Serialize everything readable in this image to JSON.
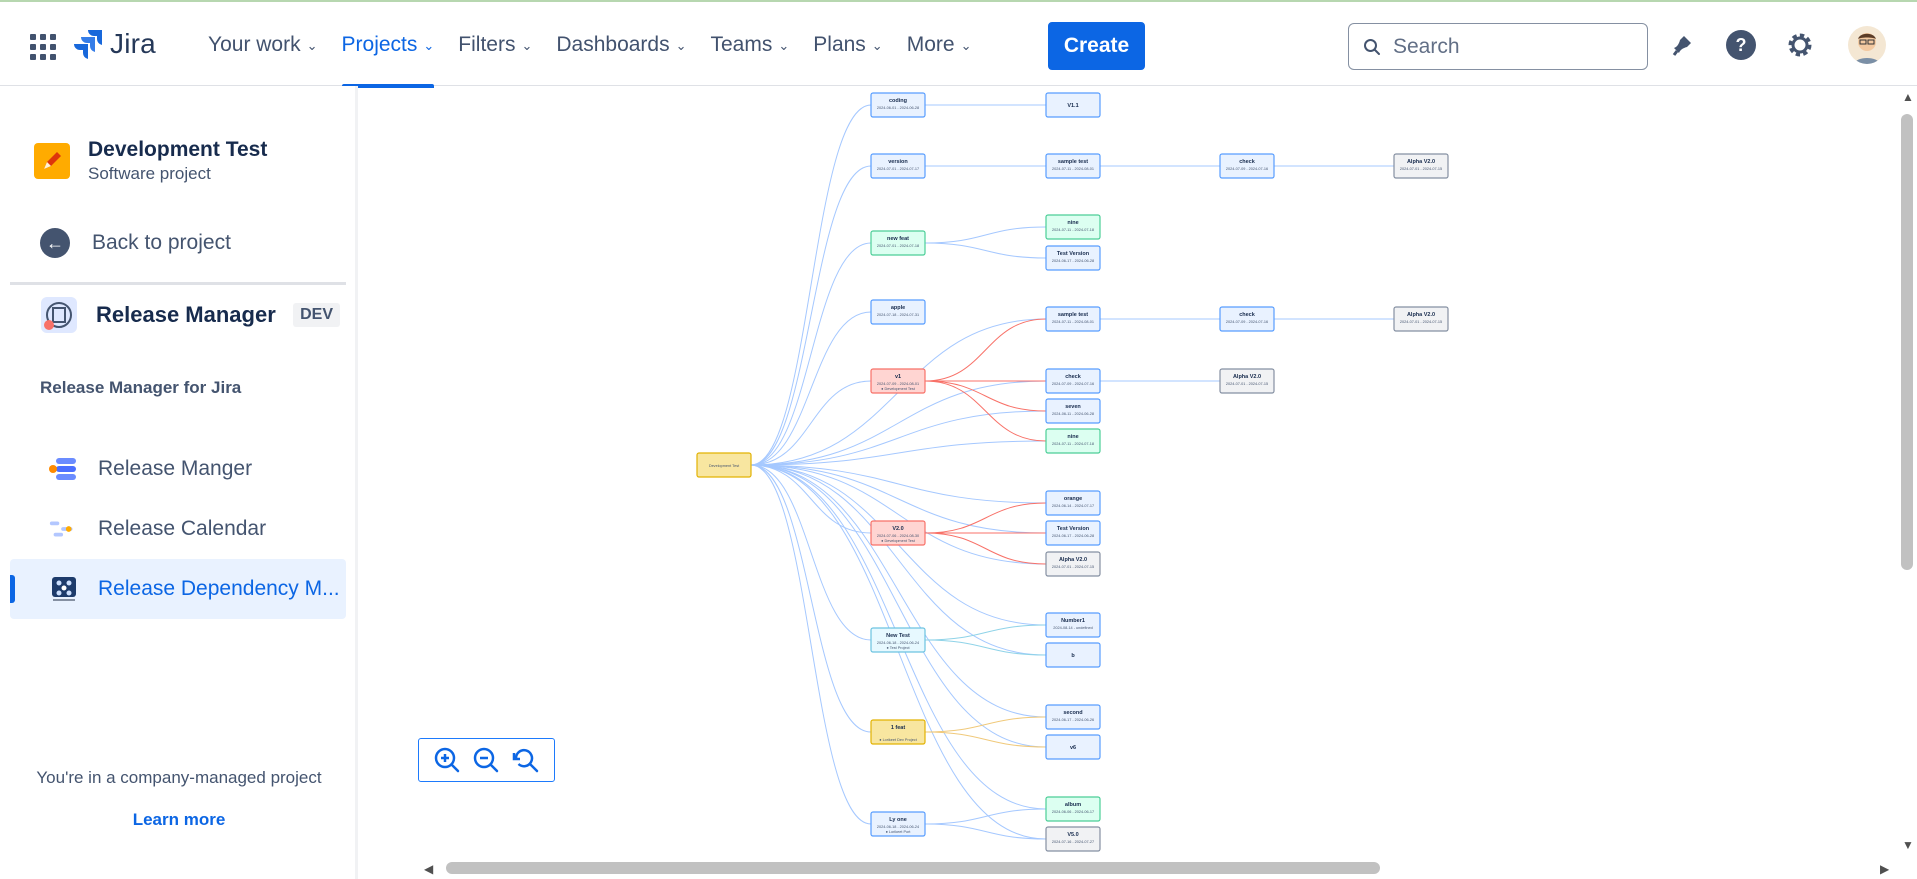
{
  "topbar": {
    "logo": "Jira",
    "nav": [
      {
        "label": "Your work",
        "active": false
      },
      {
        "label": "Projects",
        "active": true
      },
      {
        "label": "Filters",
        "active": false
      },
      {
        "label": "Dashboards",
        "active": false
      },
      {
        "label": "Teams",
        "active": false
      },
      {
        "label": "Plans",
        "active": false
      },
      {
        "label": "More",
        "active": false
      }
    ],
    "create_label": "Create",
    "search_placeholder": "Search"
  },
  "sidebar": {
    "project_name": "Development Test",
    "project_type": "Software project",
    "back_label": "Back to project",
    "app_name": "Release Manager",
    "app_badge": "DEV",
    "section_label": "Release Manager for Jira",
    "items": [
      {
        "label": "Release Manger",
        "icon": "release-manager-icon",
        "active": false
      },
      {
        "label": "Release Calendar",
        "icon": "release-calendar-icon",
        "active": false
      },
      {
        "label": "Release Dependency M...",
        "icon": "dependency-map-icon",
        "active": true
      }
    ],
    "footer_note": "You're in a company-managed project",
    "learn_more": "Learn more"
  },
  "graph": {
    "root": {
      "title": "Development Test",
      "color": "yellow"
    },
    "nodes": [
      {
        "id": "coding",
        "title": "coding",
        "sub": "2024-06-01 - 2024-06-28",
        "color": "blue"
      },
      {
        "id": "v11",
        "title": "V1.1",
        "sub": "",
        "color": "blue"
      },
      {
        "id": "version",
        "title": "version",
        "sub": "2024-07-01 - 2024-07-17",
        "color": "blue"
      },
      {
        "id": "sampletest1",
        "title": "sample test",
        "sub": "2024-07-11 - 2024-08-01",
        "color": "blue"
      },
      {
        "id": "check1",
        "title": "check",
        "sub": "2024-07-09 - 2024-07-16",
        "color": "blue"
      },
      {
        "id": "alpha1",
        "title": "Alpha V2.0",
        "sub": "2024-07-01 - 2024-07-15",
        "color": "gray"
      },
      {
        "id": "newfeat",
        "title": "new feat",
        "sub": "2024-07-01 - 2024-07-18",
        "color": "green"
      },
      {
        "id": "nine1",
        "title": "nine",
        "sub": "2024-07-11 - 2024-07-18",
        "color": "green"
      },
      {
        "id": "testversion1",
        "title": "Test Version",
        "sub": "2024-06-17 - 2024-06-28",
        "color": "blue"
      },
      {
        "id": "apple",
        "title": "apple",
        "sub": "2024-07-18 - 2024-07-31",
        "color": "blue"
      },
      {
        "id": "sampletest2",
        "title": "sample test",
        "sub": "2024-07-11 - 2024-08-01",
        "color": "blue"
      },
      {
        "id": "check2",
        "title": "check",
        "sub": "2024-07-09 - 2024-07-16",
        "color": "blue"
      },
      {
        "id": "alpha2",
        "title": "Alpha V2.0",
        "sub": "2024-07-01 - 2024-07-15",
        "color": "gray"
      },
      {
        "id": "v1",
        "title": "v1",
        "sub": "2024-07-09 - 2024-08-01",
        "tag": "Development Test",
        "color": "red"
      },
      {
        "id": "check3",
        "title": "check",
        "sub": "2024-07-09 - 2024-07-16",
        "color": "blue"
      },
      {
        "id": "alpha3",
        "title": "Alpha V2.0",
        "sub": "2024-07-01 - 2024-07-15",
        "color": "gray"
      },
      {
        "id": "seven",
        "title": "seven",
        "sub": "2024-06-11 - 2024-06-28",
        "color": "blue"
      },
      {
        "id": "nine2",
        "title": "nine",
        "sub": "2024-07-11 - 2024-07-18",
        "color": "green"
      },
      {
        "id": "orange",
        "title": "orange",
        "sub": "2024-06-14 - 2024-07-17",
        "color": "blue"
      },
      {
        "id": "v20",
        "title": "V2.0",
        "sub": "2024-07-06 - 2024-08-30",
        "tag": "Development Test",
        "color": "red"
      },
      {
        "id": "testversion2",
        "title": "Test Version",
        "sub": "2024-06-17 - 2024-06-28",
        "color": "blue"
      },
      {
        "id": "alpha4",
        "title": "Alpha V2.0",
        "sub": "2024-07-01 - 2024-07-15",
        "color": "gray"
      },
      {
        "id": "number1",
        "title": "Number1",
        "sub": "2024-08-14 - undefined",
        "color": "blue"
      },
      {
        "id": "newtest",
        "title": "New Test",
        "sub": "2024-06-18 - 2024-06-24",
        "tag": "Test Project",
        "color": "teal"
      },
      {
        "id": "b",
        "title": "b",
        "sub": "",
        "color": "blue"
      },
      {
        "id": "second",
        "title": "second",
        "sub": "2024-06-17 - 2024-06-26",
        "color": "blue"
      },
      {
        "id": "ifeat",
        "title": "1 feat",
        "sub": "",
        "tag": "Lorikeet Dev Project",
        "color": "yellow"
      },
      {
        "id": "v6",
        "title": "v6",
        "sub": "",
        "color": "blue"
      },
      {
        "id": "lyone",
        "title": "Ly one",
        "sub": "2024-06-18 - 2024-06-24",
        "tag": "Lorikeet Port",
        "color": "blue"
      },
      {
        "id": "album",
        "title": "album",
        "sub": "2024-06-06 - 2024-06-17",
        "color": "green"
      },
      {
        "id": "v50",
        "title": "V5.0",
        "sub": "2024-07-16 - 2024-07-27",
        "color": "gray"
      }
    ]
  },
  "colors": {
    "accent": "#0c66e4",
    "blue_fill": "#e9f2ff",
    "blue_stroke": "#579dff",
    "green_fill": "#dcfff1",
    "green_stroke": "#4bce97",
    "red_fill": "#ffd5d2",
    "red_stroke": "#f87168",
    "yellow_fill": "#f8e6a0",
    "yellow_stroke": "#e2b203",
    "gray_fill": "#f1f2f4",
    "gray_stroke": "#8590a2",
    "teal_fill": "#e7f9ff",
    "teal_stroke": "#6cc3e0"
  }
}
